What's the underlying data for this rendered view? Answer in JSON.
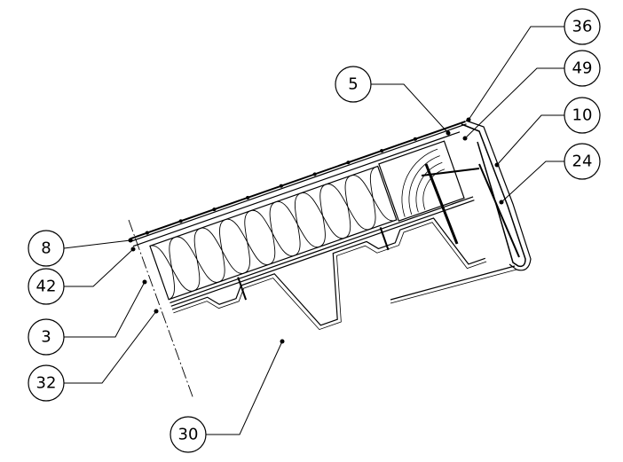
{
  "diagram": {
    "callouts": [
      {
        "id": "c36",
        "label": "36"
      },
      {
        "id": "c49",
        "label": "49"
      },
      {
        "id": "c5",
        "label": "5"
      },
      {
        "id": "c10",
        "label": "10"
      },
      {
        "id": "c24",
        "label": "24"
      },
      {
        "id": "c8",
        "label": "8"
      },
      {
        "id": "c42",
        "label": "42"
      },
      {
        "id": "c3",
        "label": "3"
      },
      {
        "id": "c32",
        "label": "32"
      },
      {
        "id": "c30",
        "label": "30"
      }
    ]
  }
}
